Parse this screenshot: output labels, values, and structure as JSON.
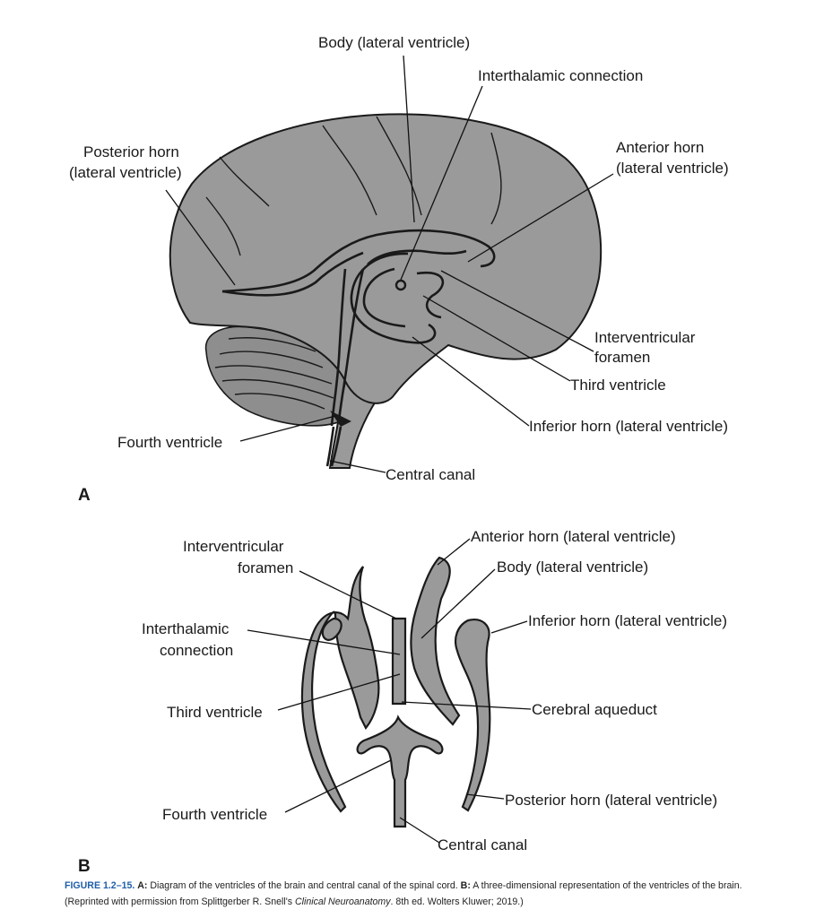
{
  "panel_a": {
    "letter": "A",
    "labels": {
      "body_lateral_ventricle": "Body (lateral ventricle)",
      "interthalamic_connection": "Interthalamic connection",
      "posterior_horn_line1": "Posterior horn",
      "posterior_horn_line2": "(lateral ventricle)",
      "anterior_horn_line1": "Anterior horn",
      "anterior_horn_line2": "(lateral ventricle)",
      "interventricular_foramen_line1": "Interventricular",
      "interventricular_foramen_line2": "foramen",
      "third_ventricle": "Third ventricle",
      "inferior_horn": "Inferior horn (lateral ventricle)",
      "fourth_ventricle": "Fourth ventricle",
      "central_canal": "Central canal"
    }
  },
  "panel_b": {
    "letter": "B",
    "labels": {
      "interventricular_foramen_line1": "Interventricular",
      "interventricular_foramen_line2": "foramen",
      "anterior_horn": "Anterior horn (lateral ventricle)",
      "body_lateral_ventricle": "Body (lateral ventricle)",
      "interthalamic_connection_line1": "Interthalamic",
      "interthalamic_connection_line2": "connection",
      "inferior_horn": "Inferior horn (lateral ventricle)",
      "third_ventricle": "Third ventricle",
      "cerebral_aqueduct": "Cerebral aqueduct",
      "fourth_ventricle": "Fourth ventricle",
      "posterior_horn": "Posterior horn (lateral ventricle)",
      "central_canal": "Central canal"
    }
  },
  "caption": {
    "figure_label": "FIGURE 1.2–15.",
    "a_label": "A:",
    "a_text": "Diagram of the ventricles of the brain and central canal of the spinal cord.",
    "b_label": "B:",
    "b_text": "A three-dimensional representation of the ventricles of the brain.",
    "credit_prefix": "(Reprinted with permission from Splittgerber R. Snell's",
    "credit_title": "Clinical Neuroanatomy",
    "credit_suffix": ". 8th ed. Wolters Kluwer; 2019.)"
  }
}
